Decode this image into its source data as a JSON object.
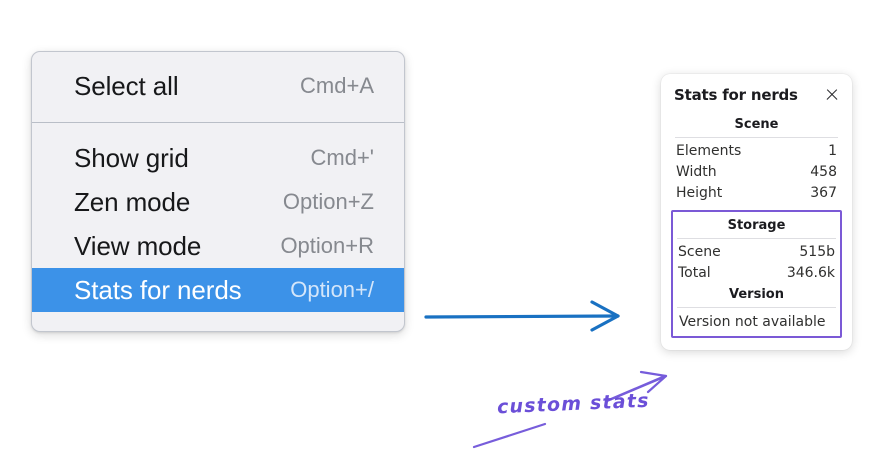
{
  "context_menu": {
    "sections": [
      {
        "items": [
          {
            "label": "Select all",
            "shortcut": "Cmd+A",
            "selected": false,
            "name": "select-all"
          }
        ]
      },
      {
        "items": [
          {
            "label": "Show grid",
            "shortcut": "Cmd+'",
            "selected": false,
            "name": "show-grid"
          },
          {
            "label": "Zen mode",
            "shortcut": "Option+Z",
            "selected": false,
            "name": "zen-mode"
          },
          {
            "label": "View mode",
            "shortcut": "Option+R",
            "selected": false,
            "name": "view-mode"
          },
          {
            "label": "Stats for nerds",
            "shortcut": "Option+/",
            "selected": true,
            "name": "stats-for-nerds"
          }
        ]
      }
    ]
  },
  "stats_panel": {
    "title": "Stats for nerds",
    "close_icon": "close-icon",
    "sections": [
      {
        "heading": "Scene",
        "custom": false,
        "rows": [
          {
            "key": "Elements",
            "value": "1"
          },
          {
            "key": "Width",
            "value": "458"
          },
          {
            "key": "Height",
            "value": "367"
          }
        ]
      },
      {
        "heading": "Storage",
        "custom": true,
        "rows": [
          {
            "key": "Scene",
            "value": "515b"
          },
          {
            "key": "Total",
            "value": "346.6k"
          }
        ],
        "sub_heading": "Version",
        "version_text": "Version not available"
      }
    ]
  },
  "annotations": {
    "custom_stats_label": "custom stats",
    "blue_arrow_name": "blue-arrow",
    "purple_arrow_name": "purple-arrow",
    "purple_underline_name": "purple-underline"
  },
  "colors": {
    "menu_background": "#f1f1f4",
    "menu_border": "#c2c6ce",
    "menu_selected": "#3c92e8",
    "annotation_blue": "#1971c2",
    "annotation_purple": "#6b4fd8",
    "custom_block_border": "#7b59d6",
    "panel_background": "#ffffff"
  }
}
